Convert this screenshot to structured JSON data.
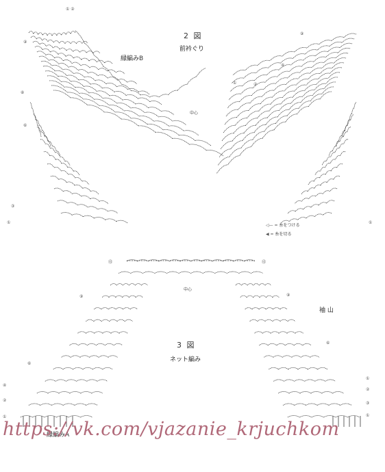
{
  "figure2": {
    "number": "2 図",
    "subtitle": "前衿ぐり",
    "edge_label": "緑編みB",
    "center": "中心"
  },
  "figure3": {
    "number": "3 図",
    "subtitle": "ネット編み",
    "center": "中心",
    "sleeve_cap": "袖 山",
    "edge_label": "緑編みA"
  },
  "legend": {
    "attach": "= 糸をつける",
    "cut": "= 糸を切る"
  },
  "markers": {
    "top_left": "① ②",
    "r9": "⑨",
    "r8": "⑧",
    "r6": "⑥",
    "r5": "⑤",
    "r4": "④",
    "r3": "③",
    "r2": "②",
    "r1": "①",
    "r13": "⑬"
  },
  "watermark": "https://vk.com/vjazanie_krjuchkom",
  "colors": {
    "ink": "#3a3a3a",
    "watermark": "#b06878"
  }
}
